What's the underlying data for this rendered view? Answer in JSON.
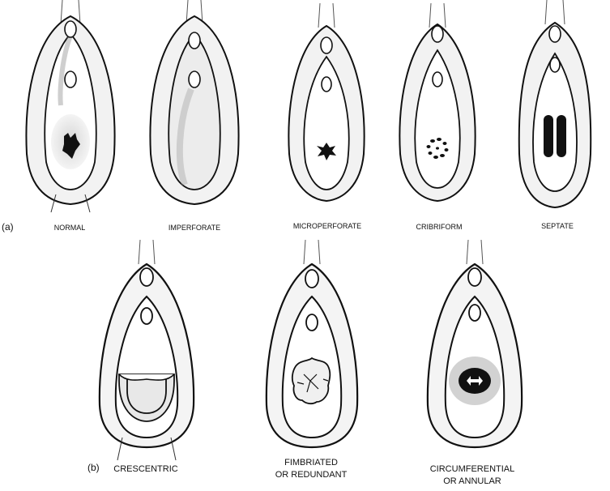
{
  "panel_a": {
    "marker": "(a)",
    "variants": [
      {
        "label": "NORMAL",
        "opening": "normal"
      },
      {
        "label": "IMPERFORATE",
        "opening": "none"
      },
      {
        "label": "MICROPERFORATE",
        "opening": "micro"
      },
      {
        "label": "CRIBRIFORM",
        "opening": "cribriform"
      },
      {
        "label": "SEPTATE",
        "opening": "septate"
      }
    ]
  },
  "panel_b": {
    "marker": "(b)",
    "variants": [
      {
        "label_lines": [
          "CRESCENTRIC"
        ],
        "opening": "crescentric"
      },
      {
        "label_lines": [
          "FIMBRIATED",
          "OR REDUNDANT"
        ],
        "opening": "fimbriated"
      },
      {
        "label_lines": [
          "CIRCUMFERENTIAL",
          "OR ANNULAR"
        ],
        "opening": "annular"
      }
    ]
  },
  "colors": {
    "ink": "#111111",
    "shade": "#c9c9c9",
    "light_shade": "#e6e6e6"
  }
}
